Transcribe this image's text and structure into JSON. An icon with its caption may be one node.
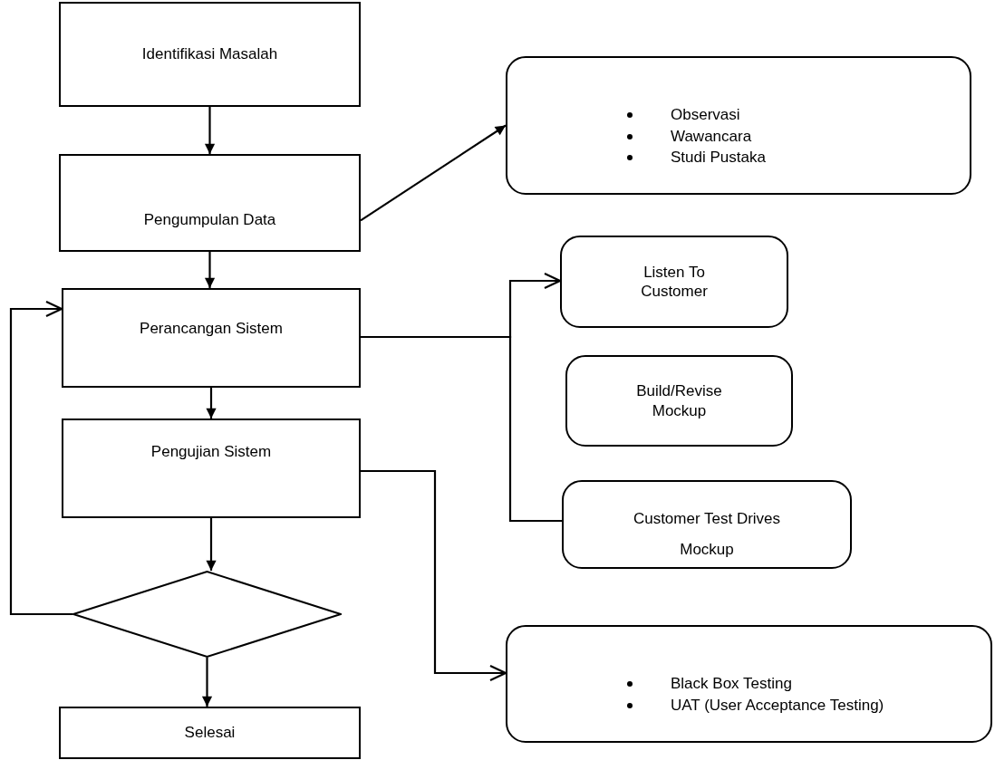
{
  "diagram": {
    "nodes": [
      {
        "text": [
          "Identifikasi Masalah"
        ]
      },
      {
        "text": [
          "Pengumpulan Data"
        ]
      },
      {
        "text": [
          "Observasi",
          "Wawancara",
          "Studi Pustaka"
        ]
      },
      {
        "text": [
          "Perancangan Sistem"
        ]
      },
      {
        "text": [
          "Listen To Customer"
        ]
      },
      {
        "text": [
          "Build/Revise Mockup"
        ]
      },
      {
        "text": [
          "Customer Test Drives Mockup"
        ]
      },
      {
        "text": [
          "Pengujian Sistem"
        ]
      },
      {
        "text": [],
        "shape": "diamond"
      },
      {
        "text": [
          "Selesai"
        ]
      },
      {
        "text": [
          "Black Box Testing",
          "UAT (User Acceptance Testing)"
        ]
      }
    ],
    "edges": [
      {
        "from": 0,
        "to": 1,
        "arrow": "to"
      },
      {
        "from": 1,
        "to": 2,
        "arrow": "to"
      },
      {
        "from": 1,
        "to": 3,
        "arrow": "to"
      },
      {
        "from": 3,
        "to": 4,
        "arrow": "to"
      },
      {
        "from": 3,
        "to": 6,
        "arrow": "none"
      },
      {
        "from": 3,
        "to": 7,
        "arrow": "to"
      },
      {
        "from": 7,
        "to": 10,
        "arrow": "to"
      },
      {
        "from": 7,
        "to": 8,
        "arrow": "to"
      },
      {
        "from": 8,
        "to": 9,
        "arrow": "to"
      },
      {
        "from": 8,
        "to": 3,
        "arrow": "to"
      }
    ]
  }
}
